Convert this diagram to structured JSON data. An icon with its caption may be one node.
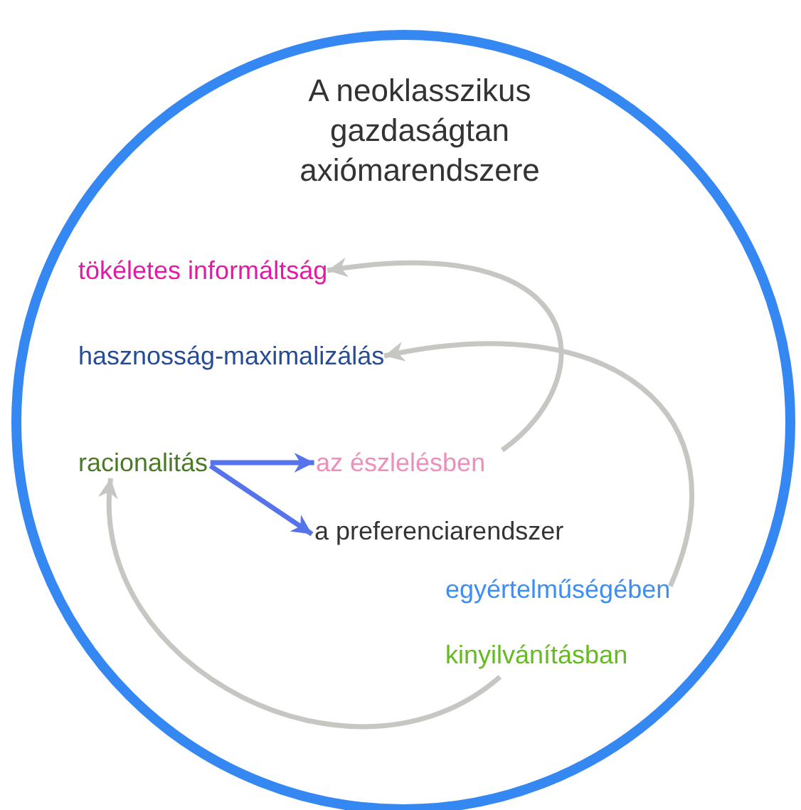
{
  "diagram": {
    "nodes": [
      {
        "text": [
          "A neoklasszikus gazdaságtan axiómarendszere"
        ]
      },
      {
        "text": [
          "tökéletes informáltság"
        ],
        "in": 0
      },
      {
        "text": [
          "hasznosság-maximalizálás"
        ],
        "in": 0
      },
      {
        "text": [
          "racionalitás"
        ],
        "in": 0
      },
      {
        "text": [
          "az észlelésben"
        ],
        "in": 0
      },
      {
        "text": [
          "a preferenciarendszer"
        ],
        "in": 0
      },
      {
        "text": [
          "egyértelműségében"
        ],
        "in": 0
      },
      {
        "text": [
          "kinyilvánításban"
        ],
        "in": 0
      }
    ],
    "edges": [
      {
        "from": 3,
        "to": 4,
        "arrow": "to",
        "color": "#5573ea"
      },
      {
        "from": 3,
        "to": 5,
        "arrow": "to",
        "color": "#5573ea"
      },
      {
        "from": 4,
        "to": 1,
        "arrow": "to"
      },
      {
        "from": 6,
        "to": 2,
        "arrow": "to"
      },
      {
        "from": 7,
        "to": 3,
        "arrow": "to"
      }
    ]
  }
}
